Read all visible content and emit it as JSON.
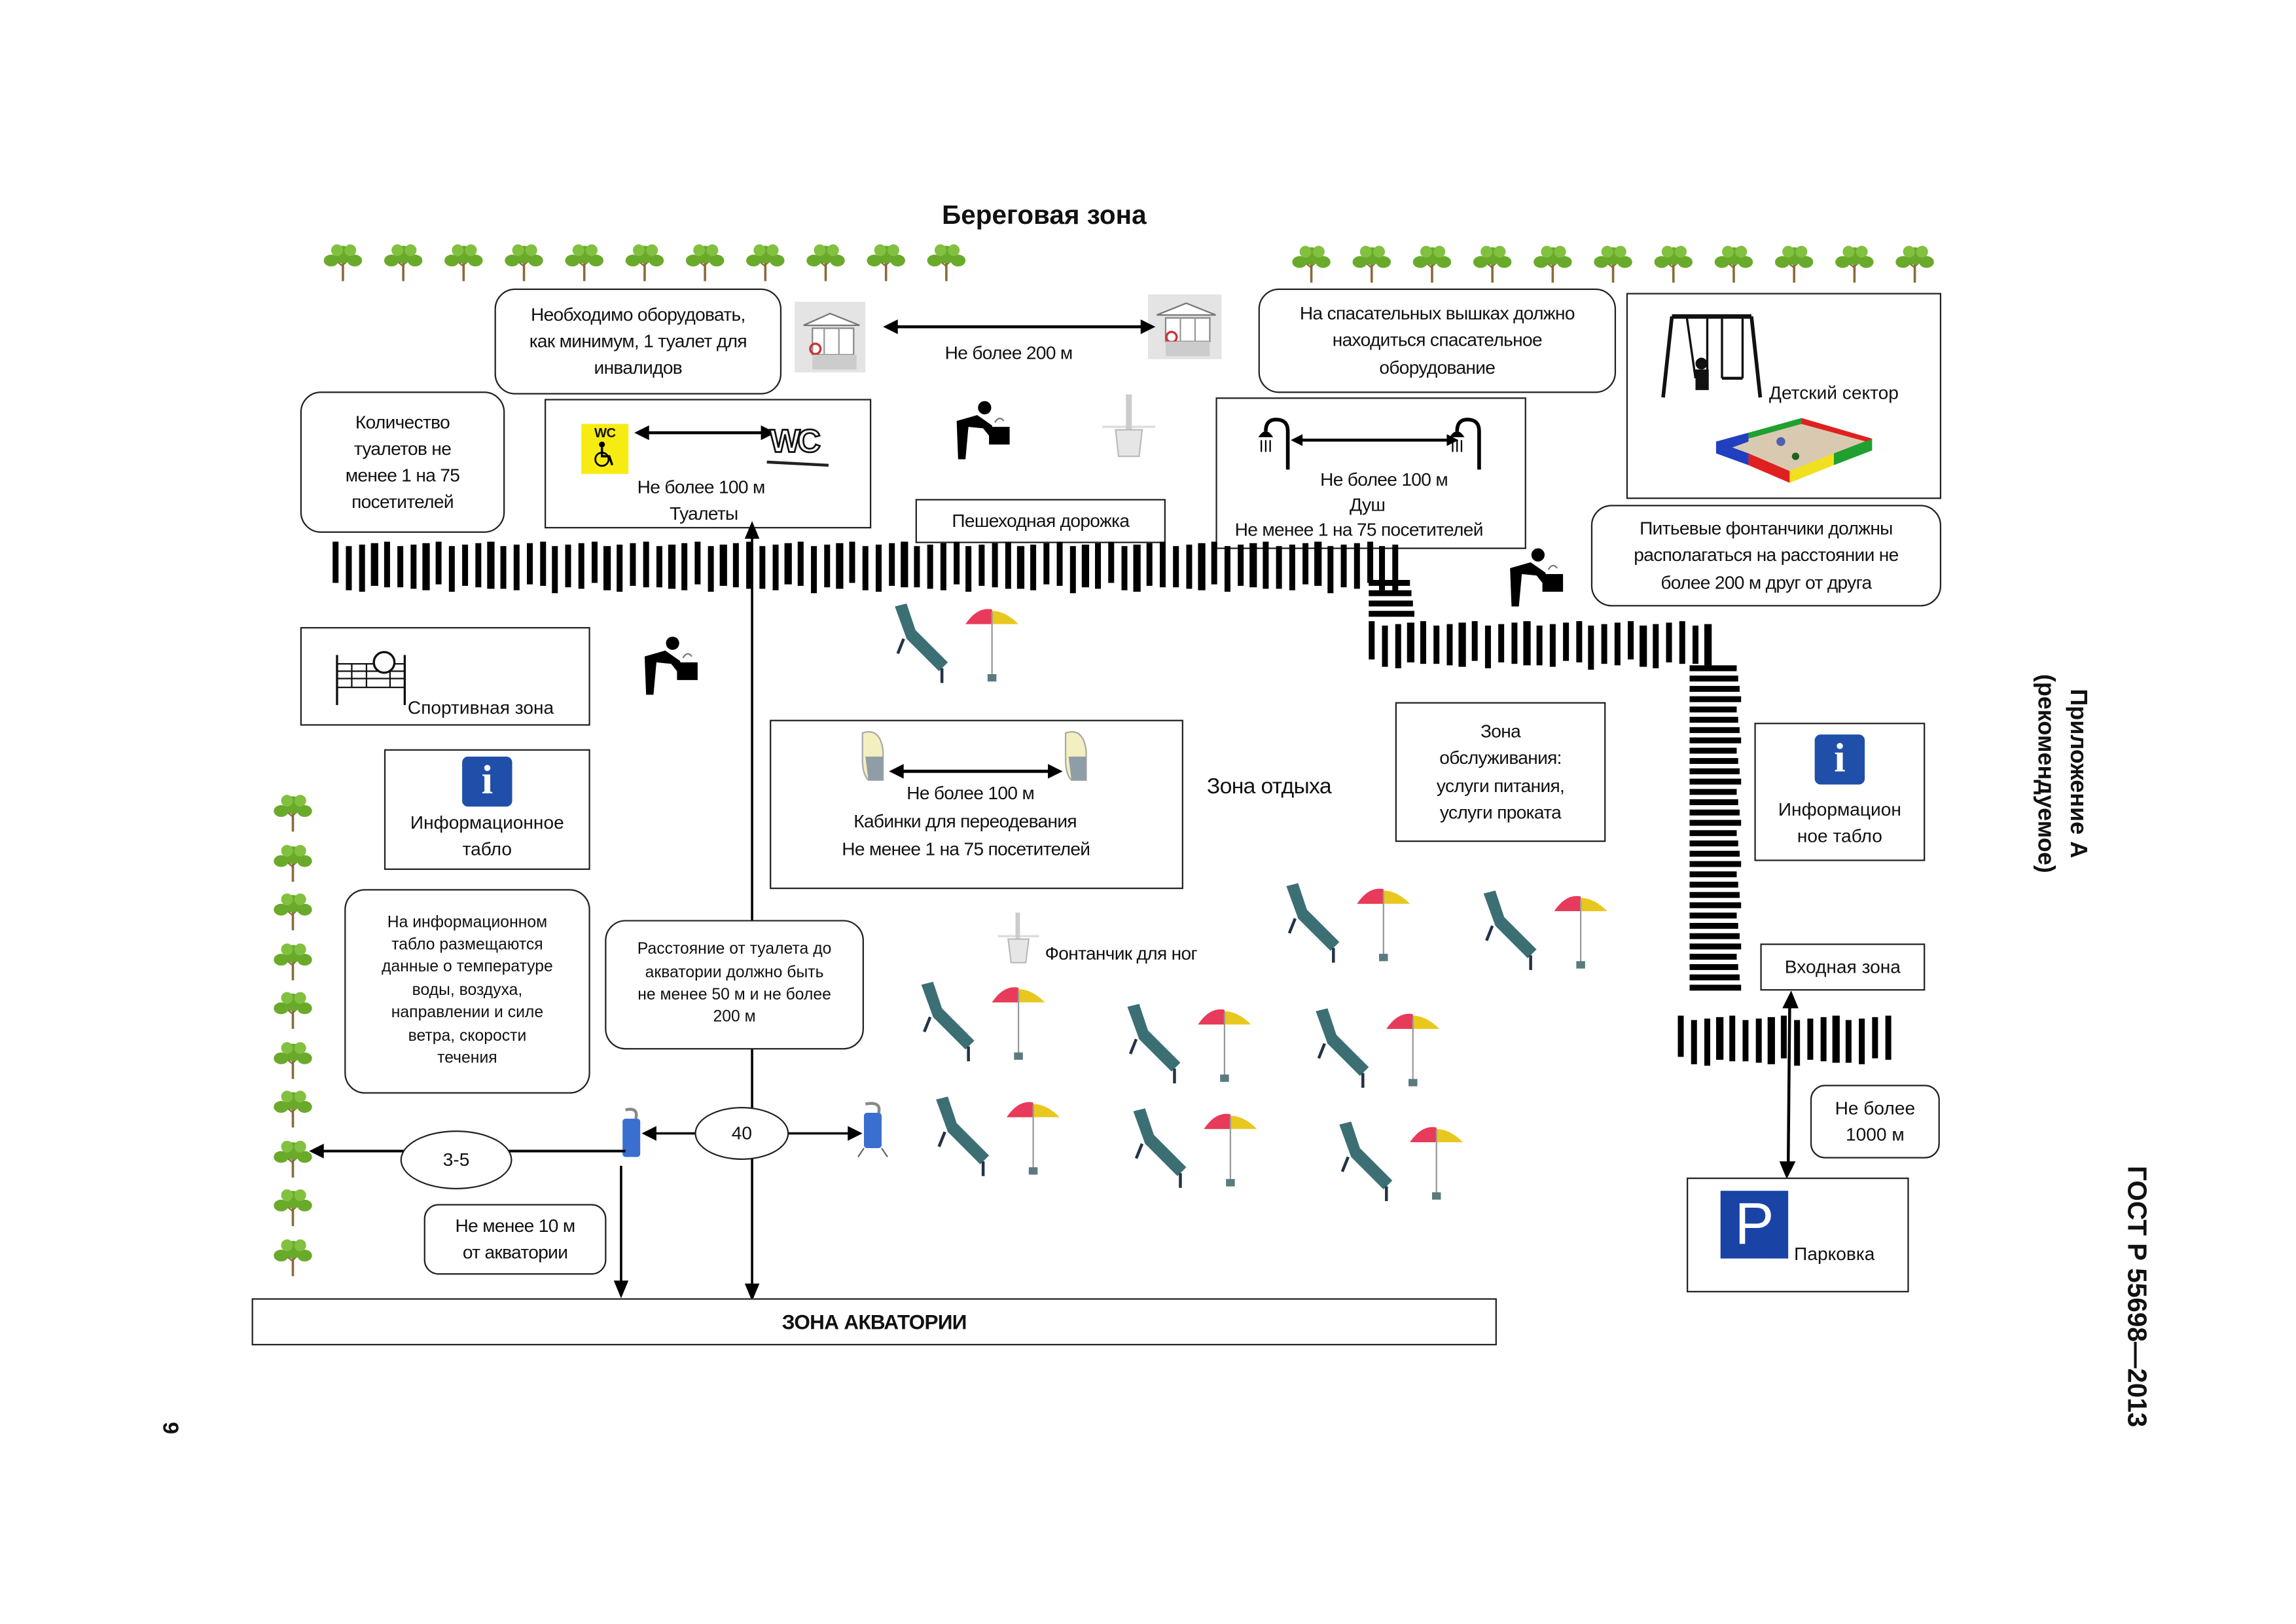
{
  "page": {
    "page_number": "9",
    "standard_code": "ГОСТ Р 55698—2013",
    "appendix_title": "Приложение А",
    "appendix_note": "(рекомендуемое)"
  },
  "diagram": {
    "title": "Береговая зона",
    "top_trees_left_count": 11,
    "top_trees_right_count": 11,
    "left_trees_count": 10,
    "notes": {
      "disabled_toilet": [
        "Необходимо оборудовать,",
        "как минимум, 1 туалет для",
        "инвалидов"
      ],
      "toilet_count": [
        "Количество",
        "туалетов  не",
        "менее 1 на 75",
        "посетителей"
      ],
      "lifeguard_equipment": [
        "На спасательных вышках должно",
        "находиться спасательное",
        "оборудование"
      ],
      "fountains_distance": [
        "Питьевые фонтанчики должны",
        "располагаться на расстоянии не",
        "более 200 м друг от друга"
      ],
      "info_board_content": [
        "На информационном",
        "табло размещаются",
        "данные о температуре",
        "воды, воздуха,",
        "направлении  и силе",
        "ветра, скорости",
        "течения"
      ],
      "toilet_to_water": [
        "Расстояние от туалета до",
        "акватории должно быть",
        "не менее 50 м и не более",
        "200 м"
      ],
      "min_10m": [
        "Не менее 10 м",
        "от акватории"
      ],
      "parking_distance": [
        "Не более",
        "1000 м"
      ]
    },
    "towers": {
      "distance": "Не более 200 м"
    },
    "toilets": {
      "distance": "Не более 100 м",
      "label": "Туалеты",
      "wc_sign": "WC",
      "wc_logo": "WC"
    },
    "walkway": "Пешеходная дорожка",
    "showers": {
      "distance": "Не более 100 м",
      "label": "Душ",
      "requirement": "Не менее 1 на 75 посетителей"
    },
    "kids_sector": "Детский сектор",
    "sports_zone": "Спортивная зона",
    "info_board_left": [
      "Информационное",
      "табло"
    ],
    "info_board_right": [
      "Информацион",
      "ное табло"
    ],
    "info_icon": "i",
    "cabins": {
      "distance": "Не более 100 м",
      "label": "Кабинки для переодевания",
      "requirement": "Не менее 1 на 75 посетителей"
    },
    "rest_zone": "Зона отдыха",
    "service_zone": [
      "Зона",
      "обслуживания:",
      "услуги питания,",
      "услуги проката"
    ],
    "foot_fountain": "Фонтанчик для ног",
    "entrance_zone": "Входная зона",
    "parking": {
      "label": "Парковка",
      "sign": "P"
    },
    "distances": {
      "bins_spacing": "40",
      "trees_to_bin": "3-5"
    },
    "water_zone": "ЗОНА АКВАТОРИИ",
    "loungers_count": 9,
    "colors": {
      "tree_green": "#6aaa2a",
      "info_blue": "#1f4fa8",
      "parking_blue": "#1a43a6",
      "wc_yellow": "#f7ec12",
      "umbrella_red": "#e83a5a",
      "umbrella_yellow": "#e8c81e",
      "lounger_teal": "#3c6f74",
      "bin_blue": "#3a6fd0"
    }
  }
}
